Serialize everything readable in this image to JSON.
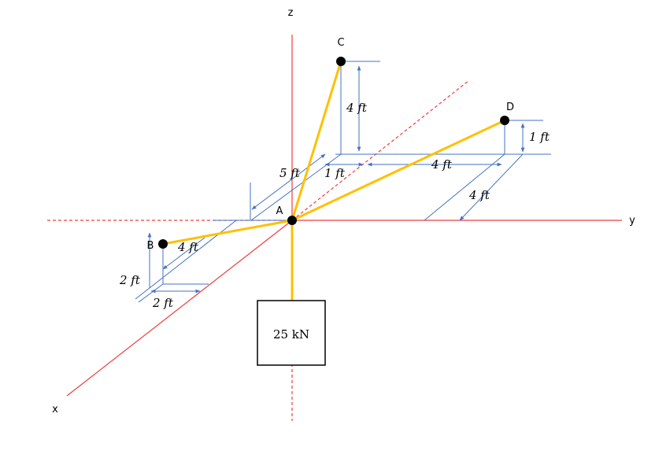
{
  "colors": {
    "axis": "#f03c3c",
    "cable": "#ffc000",
    "dimension": "#4472c4",
    "point": "#000000",
    "text": "#000000"
  },
  "axes": {
    "x": "x",
    "y": "y",
    "z": "z"
  },
  "points": {
    "A": "A",
    "B": "B",
    "C": "C",
    "D": "D"
  },
  "dimensions": {
    "c_height": "4 ft",
    "d_height": "1 ft",
    "offset_5": "5 ft",
    "offset_1": "1 ft",
    "d_y": "4 ft",
    "d_x": "4 ft",
    "b_y": "4 ft",
    "b_z": "2 ft",
    "b_x": "2 ft"
  },
  "load": {
    "label": "25 kN"
  }
}
